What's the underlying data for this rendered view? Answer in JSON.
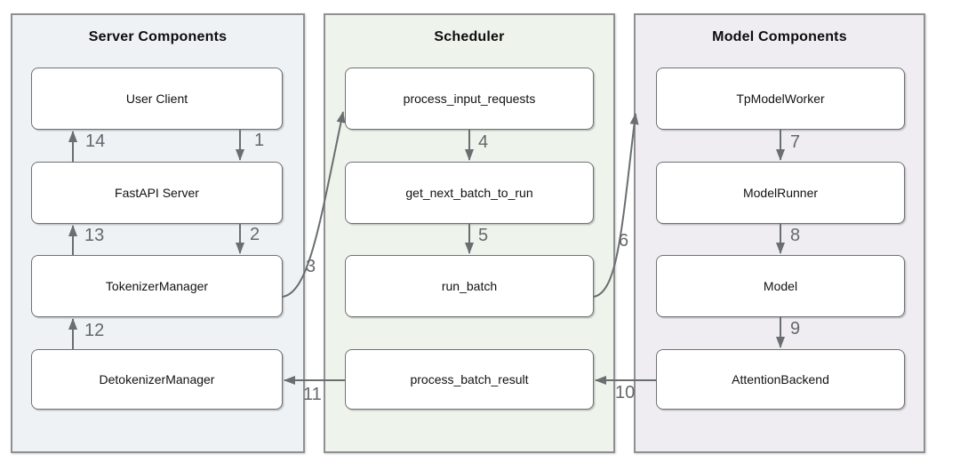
{
  "diagram": {
    "columns": [
      {
        "title": "Server Components",
        "bg": "#eef2f5",
        "nodes": [
          {
            "label": "User Client"
          },
          {
            "label": "FastAPI Server"
          },
          {
            "label": "TokenizerManager"
          },
          {
            "label": "DetokenizerManager"
          }
        ]
      },
      {
        "title": "Scheduler",
        "bg": "#eef3ec",
        "nodes": [
          {
            "label": "process_input_requests"
          },
          {
            "label": "get_next_batch_to_run"
          },
          {
            "label": "run_batch"
          },
          {
            "label": "process_batch_result"
          }
        ]
      },
      {
        "title": "Model Components",
        "bg": "#efedf2",
        "nodes": [
          {
            "label": "TpModelWorker"
          },
          {
            "label": "ModelRunner"
          },
          {
            "label": "Model"
          },
          {
            "label": "AttentionBackend"
          }
        ]
      }
    ],
    "edges": [
      {
        "label": "1",
        "from": "User Client",
        "to": "FastAPI Server",
        "direction": "down"
      },
      {
        "label": "2",
        "from": "FastAPI Server",
        "to": "TokenizerManager",
        "direction": "down"
      },
      {
        "label": "3",
        "from": "TokenizerManager",
        "to": "process_input_requests",
        "direction": "curve-up-right"
      },
      {
        "label": "4",
        "from": "process_input_requests",
        "to": "get_next_batch_to_run",
        "direction": "down"
      },
      {
        "label": "5",
        "from": "get_next_batch_to_run",
        "to": "run_batch",
        "direction": "down"
      },
      {
        "label": "6",
        "from": "run_batch",
        "to": "TpModelWorker",
        "direction": "curve-up-right"
      },
      {
        "label": "7",
        "from": "TpModelWorker",
        "to": "ModelRunner",
        "direction": "down"
      },
      {
        "label": "8",
        "from": "ModelRunner",
        "to": "Model",
        "direction": "down"
      },
      {
        "label": "9",
        "from": "Model",
        "to": "AttentionBackend",
        "direction": "down"
      },
      {
        "label": "10",
        "from": "AttentionBackend",
        "to": "process_batch_result",
        "direction": "left"
      },
      {
        "label": "11",
        "from": "process_batch_result",
        "to": "DetokenizerManager",
        "direction": "left"
      },
      {
        "label": "12",
        "from": "DetokenizerManager",
        "to": "TokenizerManager",
        "direction": "up"
      },
      {
        "label": "13",
        "from": "TokenizerManager",
        "to": "FastAPI Server",
        "direction": "up"
      },
      {
        "label": "14",
        "from": "FastAPI Server",
        "to": "User Client",
        "direction": "up"
      }
    ],
    "colors": {
      "server_group_bg": "#eef2f5",
      "scheduler_group_bg": "#eef3ec",
      "model_group_bg": "#efedf2",
      "node_bg": "#ffffff",
      "group_border": "#8e9091",
      "node_border": "#6f7274",
      "arrow": "#6a6e70",
      "edge_label_text": "#64686c",
      "title_text": "#0d0d0d",
      "node_text": "#111111"
    }
  }
}
